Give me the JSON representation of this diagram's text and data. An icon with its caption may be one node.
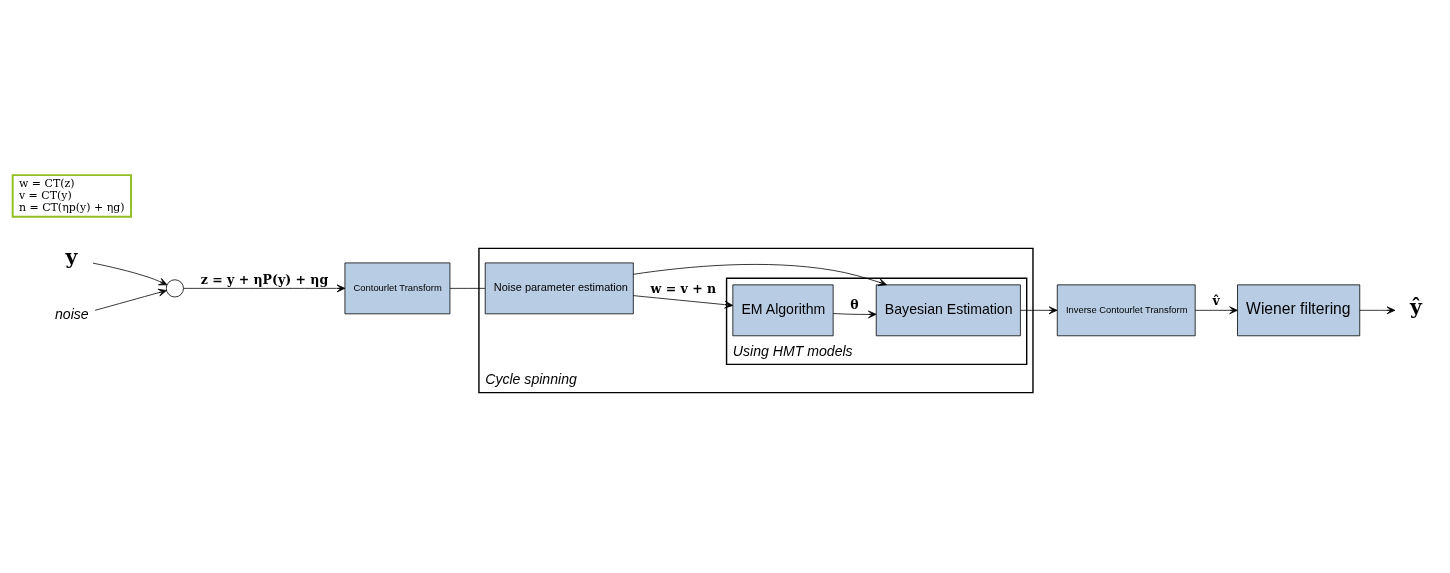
{
  "diagram": {
    "nodes": [
      {
        "text": [
          "y"
        ]
      },
      {
        "text": [],
        "shape": "circle"
      },
      {
        "text": [
          "noise"
        ]
      },
      {
        "text": [
          "Contourlet Transform"
        ]
      },
      {
        "text": [
          "Cycle spinning"
        ]
      },
      {
        "text": [
          "Noise parameter estimation"
        ],
        "in": 4
      },
      {
        "text": [
          "Using HMT models"
        ],
        "in": 4
      },
      {
        "text": [
          "EM Algorithm"
        ],
        "in": 6
      },
      {
        "text": [
          "Bayesian Estimation"
        ],
        "in": 6
      },
      {
        "text": [
          "Inverse Contourlet Transform"
        ]
      },
      {
        "text": [
          "Wiener filtering"
        ]
      },
      {
        "text": [
          "ŷ"
        ]
      },
      {
        "text": [
          "w = CT(z)",
          "v = CT(y)",
          "n = CT(ηp(y) + ηg)"
        ]
      }
    ],
    "edges": [
      {
        "from": 0,
        "to": 1,
        "arrow": "to"
      },
      {
        "from": 2,
        "to": 1,
        "arrow": "to"
      },
      {
        "from": 1,
        "to": 3,
        "arrow": "to",
        "label": "z = y + ηP(y) + ηg"
      },
      {
        "from": 3,
        "to": 5,
        "arrow": "none"
      },
      {
        "from": 5,
        "to": 7,
        "arrow": "to",
        "label": "w = v + n"
      },
      {
        "from": 5,
        "to": 8,
        "arrow": "to"
      },
      {
        "from": 7,
        "to": 8,
        "arrow": "to",
        "label": "θ"
      },
      {
        "from": 8,
        "to": 9,
        "arrow": "to"
      },
      {
        "from": 9,
        "to": 10,
        "arrow": "to",
        "label": "v̂"
      },
      {
        "from": 10,
        "to": 11,
        "arrow": "to"
      }
    ]
  }
}
